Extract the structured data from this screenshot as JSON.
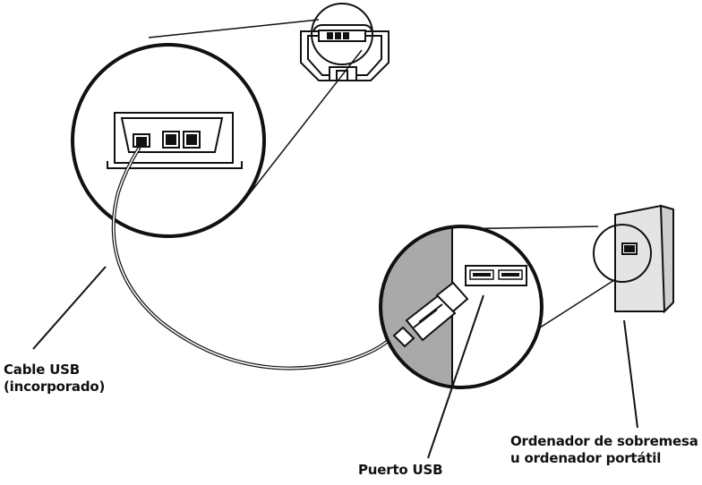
{
  "labels": {
    "cable": {
      "line1": "Cable USB",
      "line2": "(incorporado)"
    },
    "port": "Puerto USB",
    "computer": {
      "line1": "Ordenador de sobremesa",
      "line2": "u ordenador portátil"
    }
  }
}
